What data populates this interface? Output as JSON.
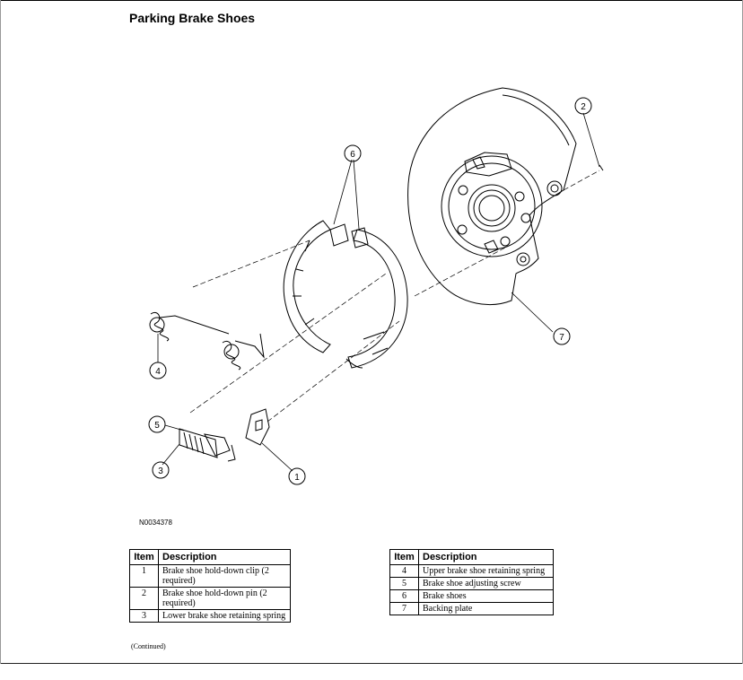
{
  "title": "Parking Brake Shoes",
  "figure_code": "N0034378",
  "callouts": [
    "1",
    "2",
    "3",
    "4",
    "5",
    "6",
    "7"
  ],
  "table_headers": {
    "item": "Item",
    "description": "Description"
  },
  "table_left": [
    {
      "item": "1",
      "description": "Brake shoe hold-down clip (2 required)"
    },
    {
      "item": "2",
      "description": "Brake shoe hold-down pin (2 required)"
    },
    {
      "item": "3",
      "description": "Lower brake shoe retaining spring"
    }
  ],
  "table_right": [
    {
      "item": "4",
      "description": "Upper brake shoe retaining spring"
    },
    {
      "item": "5",
      "description": "Brake shoe adjusting screw"
    },
    {
      "item": "6",
      "description": "Brake shoes"
    },
    {
      "item": "7",
      "description": "Backing plate"
    }
  ],
  "continued": "(Continued)"
}
